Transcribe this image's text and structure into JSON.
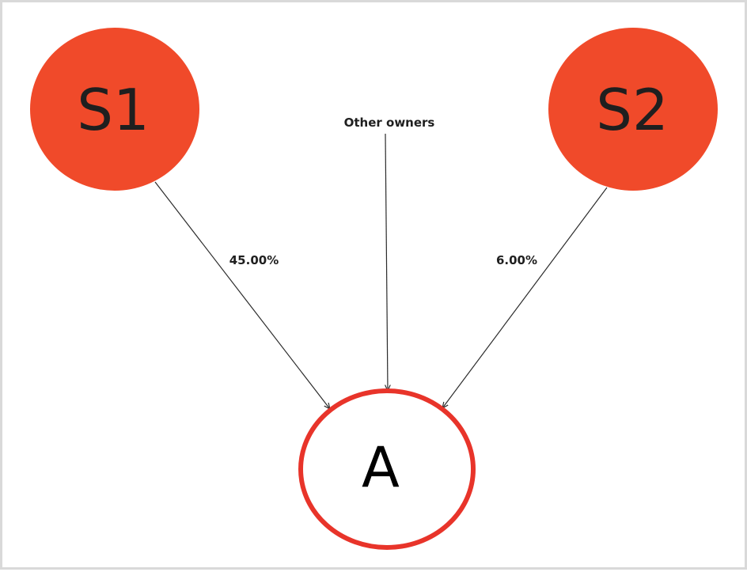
{
  "diagram": {
    "nodes": {
      "s1": {
        "label": "S1",
        "fill": "#f04a2a"
      },
      "s2": {
        "label": "S2",
        "fill": "#f04a2a"
      },
      "a": {
        "label": "A",
        "fill": "#ffffff",
        "stroke": "#e8342a"
      }
    },
    "other_owners": {
      "label": "Other owners"
    },
    "edges": {
      "s1_to_a": {
        "label": "45.00%"
      },
      "other_to_a": {
        "label": ""
      },
      "s2_to_a": {
        "label": "6.00%"
      }
    }
  }
}
